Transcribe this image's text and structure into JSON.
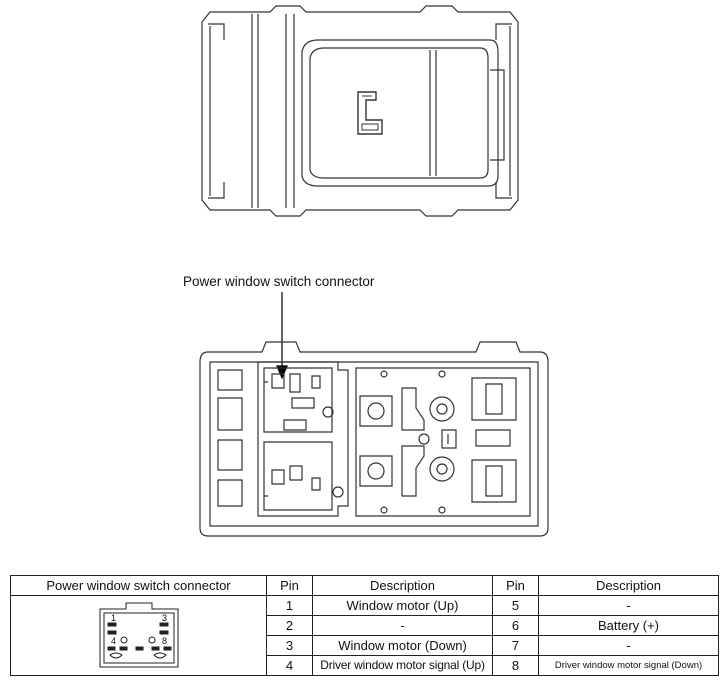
{
  "diagram": {
    "callout_label": "Power window switch connector"
  },
  "table": {
    "headers": [
      "Power window switch connector",
      "Pin",
      "Description",
      "Pin",
      "Description"
    ],
    "thumbnail_pins": [
      "1",
      "3",
      "4",
      "8"
    ],
    "rows": [
      {
        "pin_a": "1",
        "desc_a": "Window motor (Up)",
        "pin_b": "5",
        "desc_b": "-"
      },
      {
        "pin_a": "2",
        "desc_a": "-",
        "pin_b": "6",
        "desc_b": "Battery (+)"
      },
      {
        "pin_a": "3",
        "desc_a": "Window motor (Down)",
        "pin_b": "7",
        "desc_b": "-"
      },
      {
        "pin_a": "4",
        "desc_a": "Driver window motor signal (Up)",
        "pin_b": "8",
        "desc_b": "Driver window motor signal (Down)"
      }
    ]
  }
}
